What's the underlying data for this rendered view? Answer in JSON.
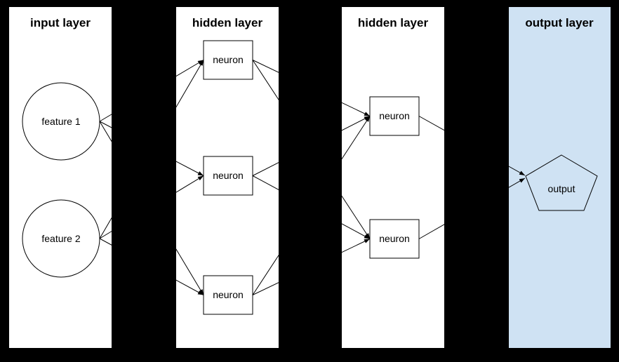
{
  "diagram": {
    "type": "neural-network",
    "colors": {
      "background": "#000000",
      "panel": "#ffffff",
      "output_panel": "#cfe2f3",
      "stroke": "#000000",
      "text": "#000000"
    },
    "layers": [
      {
        "id": "input",
        "title": "input layer",
        "nodes": [
          {
            "id": "feature1",
            "label": "feature 1",
            "shape": "circle"
          },
          {
            "id": "feature2",
            "label": "feature 2",
            "shape": "circle"
          }
        ]
      },
      {
        "id": "hidden1",
        "title": "hidden layer",
        "nodes": [
          {
            "id": "h1n1",
            "label": "neuron",
            "shape": "rect"
          },
          {
            "id": "h1n2",
            "label": "neuron",
            "shape": "rect"
          },
          {
            "id": "h1n3",
            "label": "neuron",
            "shape": "rect"
          }
        ]
      },
      {
        "id": "hidden2",
        "title": "hidden layer",
        "nodes": [
          {
            "id": "h2n1",
            "label": "neuron",
            "shape": "rect"
          },
          {
            "id": "h2n2",
            "label": "neuron",
            "shape": "rect"
          }
        ]
      },
      {
        "id": "output",
        "title": "output layer",
        "nodes": [
          {
            "id": "out1",
            "label": "output",
            "shape": "pentagon"
          }
        ]
      }
    ],
    "connections": [
      {
        "from": "feature1",
        "to": "h1n1"
      },
      {
        "from": "feature1",
        "to": "h1n2"
      },
      {
        "from": "feature1",
        "to": "h1n3"
      },
      {
        "from": "feature2",
        "to": "h1n1"
      },
      {
        "from": "feature2",
        "to": "h1n2"
      },
      {
        "from": "feature2",
        "to": "h1n3"
      },
      {
        "from": "h1n1",
        "to": "h2n1"
      },
      {
        "from": "h1n1",
        "to": "h2n2"
      },
      {
        "from": "h1n2",
        "to": "h2n1"
      },
      {
        "from": "h1n2",
        "to": "h2n2"
      },
      {
        "from": "h1n3",
        "to": "h2n1"
      },
      {
        "from": "h1n3",
        "to": "h2n2"
      },
      {
        "from": "h2n1",
        "to": "out1"
      },
      {
        "from": "h2n2",
        "to": "out1"
      }
    ]
  }
}
